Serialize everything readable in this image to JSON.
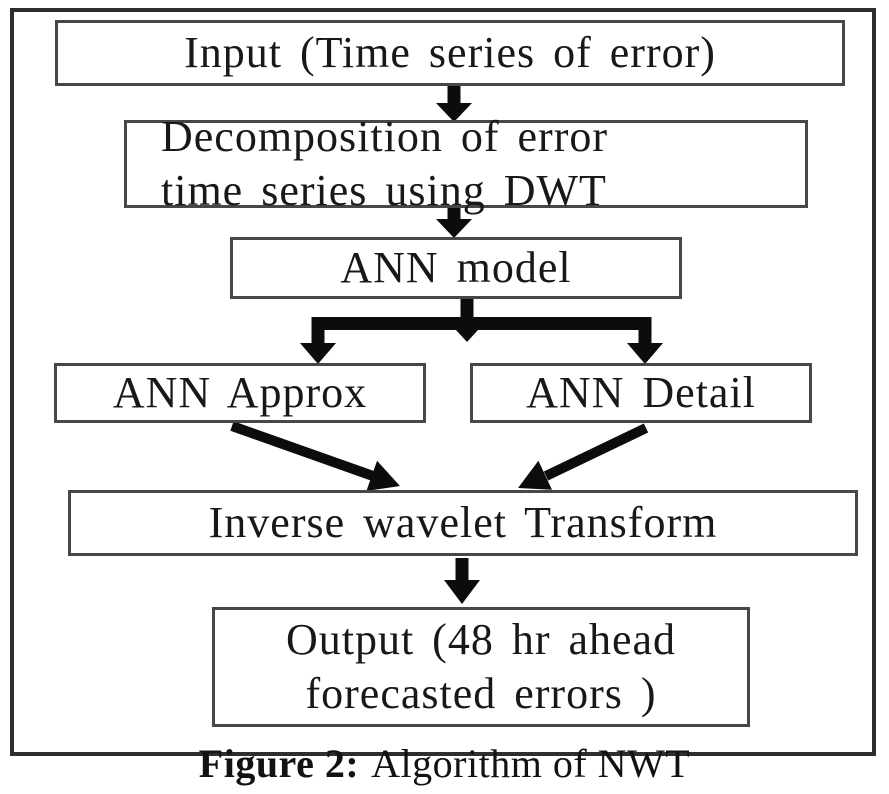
{
  "diagram": {
    "nodes": {
      "input": "Input (Time series of error)",
      "decomposition": "Decomposition of error\ntime series using DWT",
      "ann_model": "ANN model",
      "ann_approx": "ANN Approx",
      "ann_detail": "ANN Detail",
      "inverse_wavelet": "Inverse wavelet Transform",
      "output": "Output (48 hr ahead\nforecasted errors )"
    },
    "caption": {
      "label": "Figure 2:",
      "text": "Algorithm of NWT"
    },
    "colors": {
      "ink": "#0c0c0c",
      "border": "#474747",
      "frame": "#2e2e2e",
      "background": "#ffffff"
    }
  }
}
